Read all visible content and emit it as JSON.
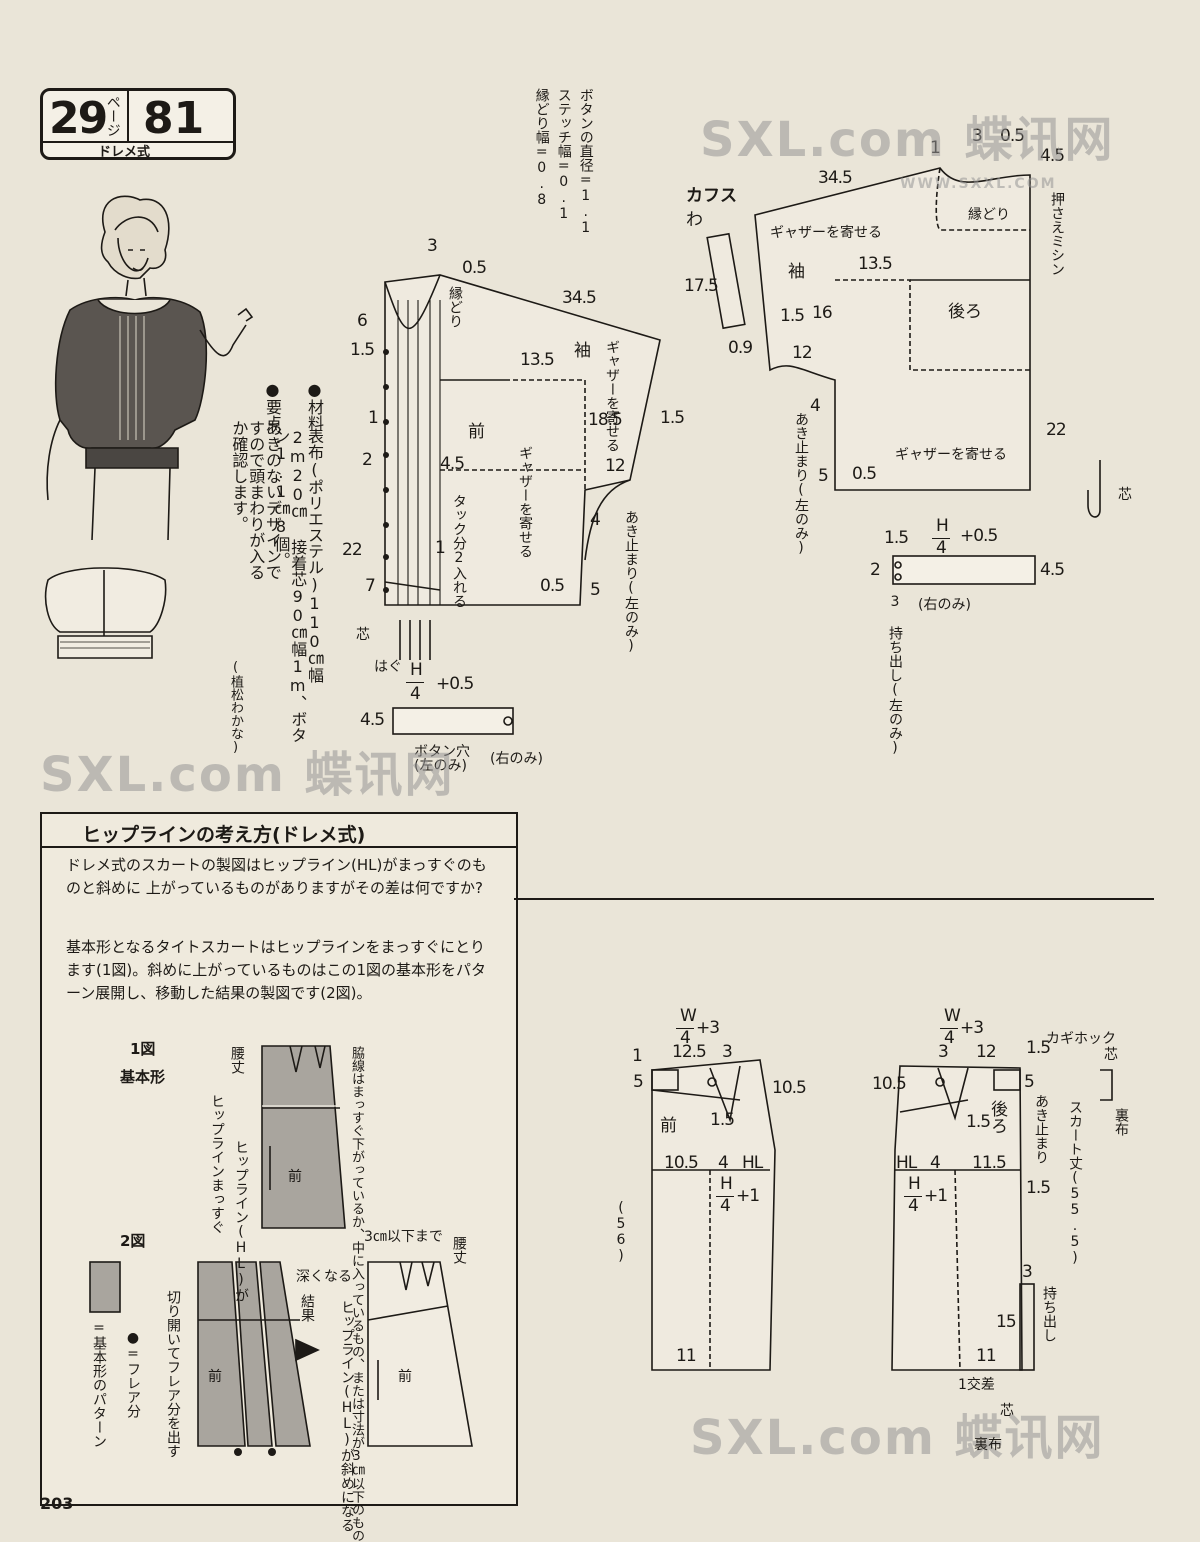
{
  "badge": {
    "page": "29",
    "page_unit": "ページ",
    "number": "81",
    "system": "ドレメ式"
  },
  "materials": {
    "head_material": "●材料",
    "material_text": "表布(ポリエステル)110㎝幅2m20㎝ 接着芯90㎝幅1m、ボタン1.1㎝8個。",
    "head_point": "●要点",
    "point_text": "あきのないデザインですので頭まわりが入るか確認します。",
    "designer": "(植松わかな)"
  },
  "front_pattern": {
    "button_diameter": "ボタンの直径=1.1",
    "stitch_width": "ステッチ幅=0.1",
    "edge_width": "縁どり幅=0.8",
    "n_3": "3",
    "n_05": "0.5",
    "n_345": "34.5",
    "n_6": "6",
    "n_15a": "1.5",
    "edge_label": "縁どり",
    "sleeve_label": "袖",
    "gather_upper": "ギャザーを寄せる",
    "n_135": "13.5",
    "n_15b": "1.5",
    "n_185": "18.5",
    "front_label": "前",
    "n_1": "1",
    "n_2": "2",
    "n_45": "4.5",
    "n_12": "12",
    "n_4": "4",
    "tuck_label": "タック分2入れる",
    "n_1b": "1",
    "gather_lower": "ギャザーを寄せる",
    "opening": "あき止まり(左のみ)",
    "n_22": "22",
    "n_7": "7",
    "n_05b": "0.5",
    "n_5": "5",
    "interfacing": "芯",
    "seam": "はぐ",
    "band_formula_h": "H",
    "band_formula_4": "4",
    "band_formula_plus": "+0.5",
    "band_height": "4.5",
    "buttonhole": "ボタン穴(左のみ)",
    "right_only": "(右のみ)"
  },
  "back_pattern": {
    "cuffs": "カフス",
    "wa": "わ",
    "n_175": "17.5",
    "n_09": "0.9",
    "n_3": "3",
    "n_05": "0.5",
    "n_45": "4.5",
    "n_1": "1",
    "n_345": "34.5",
    "gather_top": "ギャザーを寄せる",
    "edge_label": "縁どり",
    "stitch_label": "押さえミシン",
    "sleeve_label": "袖",
    "n_135": "13.5",
    "back_label": "後ろ",
    "n_15": "1.5",
    "n_16": "16",
    "n_12": "12",
    "n_4": "4",
    "n_22": "22",
    "opening": "あき止まり(左のみ)",
    "n_5": "5",
    "n_05b": "0.5",
    "gather_bottom": "ギャザーを寄せる",
    "interfacing": "芯",
    "band_15": "1.5",
    "band_h": "H",
    "band_4": "4",
    "band_plus": "+0.5",
    "band_2": "2",
    "band_45": "4.5",
    "right_only": "(右のみ)",
    "ext": "3 持ち出し(左のみ)"
  },
  "hip_box": {
    "title": "ヒップラインの考え方(ドレメ式)",
    "p1": "ドレメ式のスカートの製図はヒップライン(HL)がまっすぐのものと斜めに 上がっているものがありますがその差は何ですか?",
    "p2": "基本形となるタイトスカートはヒップラインをまっすぐにとります(1図)。斜めに上がっているものはこの1図の基本形をパターン展開し、移動した結果の製図です(2図)。",
    "fig1": "1図",
    "fig1_sub": "基本形",
    "waist": "腰丈",
    "hipline_straight": "ヒップラインまっすぐ",
    "hipline_hl": "ヒップライン(HL)が",
    "side_note": "脇線はまっすぐ下がっているか、中に入っているもの、または寸法が3㎝以下のもの",
    "front": "前",
    "below3": "3㎝以下まで",
    "fig2": "2図",
    "legend_gray": "=基本形のパターン",
    "legend_dot": "●=フレア分",
    "open_flare": "切り開いてフレア分を出す",
    "deeper": "深くなる",
    "result": "結果",
    "waist2": "腰丈",
    "hip_slant": "ヒップライン(HL)が斜めになる",
    "front2": "前"
  },
  "skirt": {
    "front": {
      "w": "W",
      "w4": "4",
      "w_plus": "+3",
      "n_1": "1",
      "n_125": "12.5",
      "n_3": "3",
      "n_5": "5",
      "n_105": "10.5",
      "n_15": "1.5",
      "label": "前",
      "n_105b": "10.5",
      "n_4": "4",
      "hl": "HL",
      "h": "H",
      "h4": "4",
      "h_plus": "+1",
      "n_56": "(56)",
      "n_11": "11"
    },
    "back": {
      "w": "W",
      "w4": "4",
      "w_plus": "+3",
      "hook": "カギホック",
      "interfacing": "芯",
      "n_15": "1.5",
      "lining": "裏布",
      "n_105": "10.5",
      "n_3": "3",
      "n_12": "12",
      "n_5": "5",
      "n_15b": "1.5",
      "label": "後ろ",
      "opening": "あき止まり",
      "hl": "HL",
      "n_4": "4",
      "n_115": "11.5",
      "n_15c": "1.5",
      "h": "H",
      "h4": "4",
      "h_plus": "+1",
      "skirt_len": "スカート丈(55.5)",
      "n_3b": "3",
      "n_15d": "15",
      "ext": "持ち出し",
      "n_11": "11",
      "cross": "1交差",
      "interfacing2": "芯",
      "lining2": "裏布"
    }
  },
  "watermarks": {
    "site": "SXL.com 蝶讯网",
    "url": "WWW.SXXL.COM",
    "bottom_site": "SXL.com 蝶讯网"
  },
  "page_number": "203"
}
